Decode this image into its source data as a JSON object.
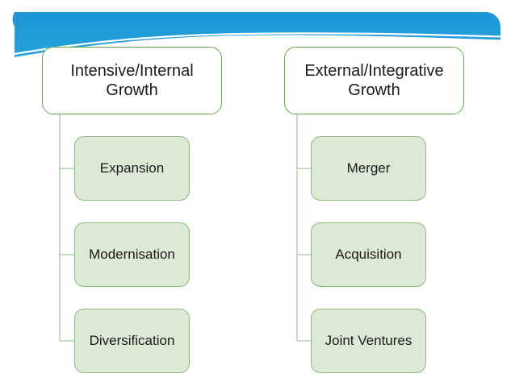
{
  "slide": {
    "title_banner": {
      "name": "blue-wave-banner",
      "colors": {
        "blue_dark": "#1a9bd7",
        "blue_mid": "#35abe2",
        "blue_light": "#7ecbf0",
        "blue_pale": "#9ed8f4",
        "white": "#ffffff"
      }
    },
    "theme": {
      "parent_border": "#6aa84f",
      "parent_fill": "#ffffff",
      "child_border": "#8cbb7c",
      "child_fill": "#dce9d5",
      "connector": "#8cbb7c",
      "text": "#1a1a1a"
    }
  },
  "diagram": {
    "type": "org-chart",
    "columns": [
      {
        "id": "intensive",
        "parent": {
          "label": "Intensive/Internal Growth"
        },
        "children": [
          {
            "label": "Expansion"
          },
          {
            "label": "Modernisation"
          },
          {
            "label": "Diversification"
          }
        ]
      },
      {
        "id": "external",
        "parent": {
          "label": "External/Integrative Growth"
        },
        "children": [
          {
            "label": "Merger"
          },
          {
            "label": "Acquisition"
          },
          {
            "label": "Joint Ventures"
          }
        ]
      }
    ]
  }
}
